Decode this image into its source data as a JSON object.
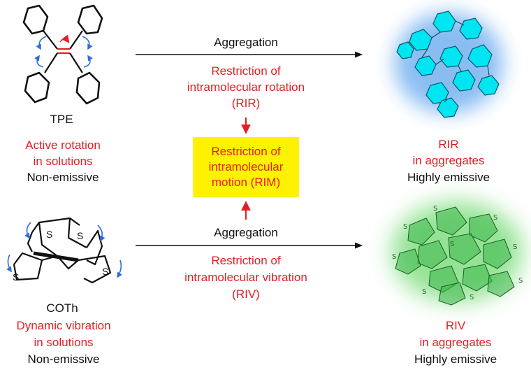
{
  "colors": {
    "red": "#e31e24",
    "black": "#111111",
    "yellow": "#fff200",
    "cyan": "#00e5f2",
    "green": "#3cc13c",
    "blue_arrow": "#2f6bdc"
  },
  "top": {
    "molecule_label": "TPE",
    "state_lines": [
      "Active rotation",
      "in solutions"
    ],
    "emission": "Non-emissive",
    "arrow_label": "Aggregation",
    "mechanism_lines": [
      "Restriction of",
      "intramolecular rotation",
      "(RIR)"
    ],
    "result_lines": [
      "RIR",
      "in aggregates"
    ],
    "result_emission": "Highly emissive"
  },
  "center": {
    "box_lines": [
      "Restriction of",
      "intramolecular",
      "motion (RIM)"
    ]
  },
  "bottom": {
    "molecule_label": "COTh",
    "state_lines": [
      "Dynamic vibration",
      "in solutions"
    ],
    "emission": "Non-emissive",
    "arrow_label": "Aggregation",
    "mechanism_lines": [
      "Restriction of",
      "intramolecular vibration",
      "(RIV)"
    ],
    "result_lines": [
      "RIV",
      "in aggregates"
    ],
    "result_emission": "Highly emissive",
    "sulfur_symbol": "S"
  }
}
